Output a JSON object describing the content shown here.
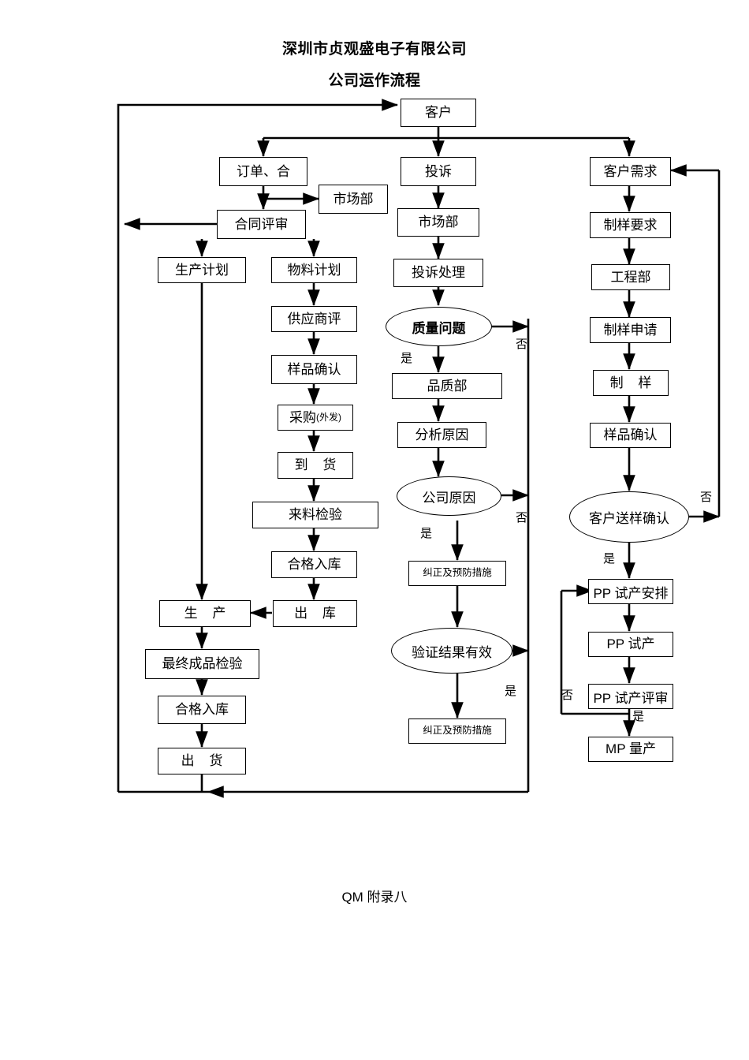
{
  "document": {
    "title_main": "深圳市贞观盛电子有限公司",
    "title_sub": "公司运作流程",
    "footer": "QM 附录八"
  },
  "nodes": {
    "customer": "客户",
    "order_contract": "订单、合",
    "market_dept_top": "市场部",
    "contract_review": "合同评审",
    "production_plan": "生产计划",
    "material_plan": "物料计划",
    "supplier_eval": "供应商评",
    "sample_confirm_mid": "样品确认",
    "purchase": "采购",
    "purchase_sub": "(外发)",
    "arrival": "到 货",
    "incoming_inspection": "来料检验",
    "qualified_storage_mid": "合格入库",
    "outbound": "出 库",
    "production": "生 产",
    "final_inspection": "最终成品检验",
    "qualified_storage_left": "合格入库",
    "shipment": "出 货",
    "complaint": "投诉",
    "market_dept_complaint": "市场部",
    "complaint_handling": "投诉处理",
    "quality_issue": "质量问题",
    "quality_dept": "品质部",
    "analyze_cause": "分析原因",
    "company_cause": "公司原因",
    "capa_1": "纠正及预防措施",
    "verify_effective": "验证结果有效",
    "capa_2": "纠正及预防措施",
    "customer_requirement": "客户需求",
    "sampling_requirement": "制样要求",
    "engineering_dept": "工程部",
    "sampling_application": "制样申请",
    "sampling": "制 样",
    "sample_confirm_right": "样品确认",
    "customer_sample_confirm": "客户送样确认",
    "pp_trial_arrange": "PP 试产安排",
    "pp_trial": "PP 试产",
    "pp_trial_review": "PP 试产评审",
    "mp_mass_production": "MP 量产"
  },
  "edge_labels": {
    "quality_issue_yes": "是",
    "quality_issue_no": "否",
    "company_cause_yes": "是",
    "company_cause_no": "否",
    "verify_yes": "是",
    "sample_confirm_yes": "是",
    "sample_confirm_no": "否",
    "pp_review_yes": "是",
    "pp_review_no": "否"
  },
  "colors": {
    "line": "#000000",
    "background": "#ffffff",
    "text": "#000000"
  }
}
